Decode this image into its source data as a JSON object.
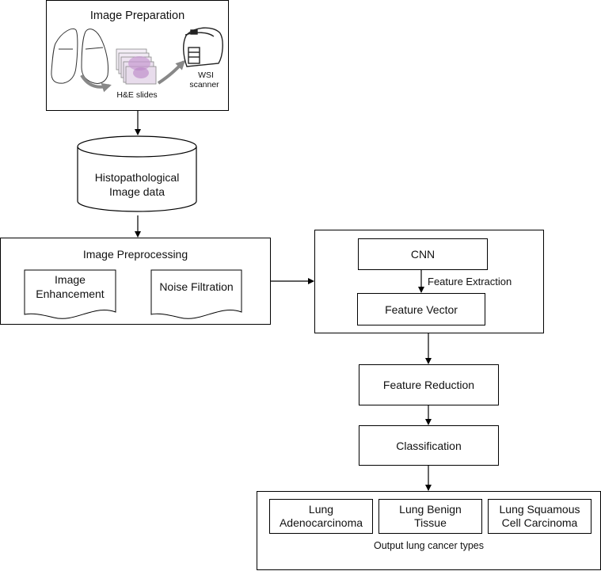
{
  "image_preparation": {
    "title": "Image Preparation",
    "slides_label": "H&E slides",
    "scanner_label_1": "WSI",
    "scanner_label_2": "scanner"
  },
  "database": {
    "line1": "Histopathological",
    "line2": "Image data"
  },
  "preprocessing": {
    "title": "Image Preprocessing",
    "doc1_line1": "Image",
    "doc1_line2": "Enhancement",
    "doc2": "Noise Filtration"
  },
  "feature_group": {
    "cnn": "CNN",
    "extraction_label": "Feature Extraction",
    "vector": "Feature Vector"
  },
  "feature_reduction": "Feature Reduction",
  "classification": "Classification",
  "output": {
    "caption": "Output lung cancer types",
    "types": [
      {
        "line1": "Lung",
        "line2": "Adenocarcinoma"
      },
      {
        "line1": "Lung Benign",
        "line2": "Tissue"
      },
      {
        "line1": "Lung Squamous",
        "line2": "Cell Carcinoma"
      }
    ]
  }
}
